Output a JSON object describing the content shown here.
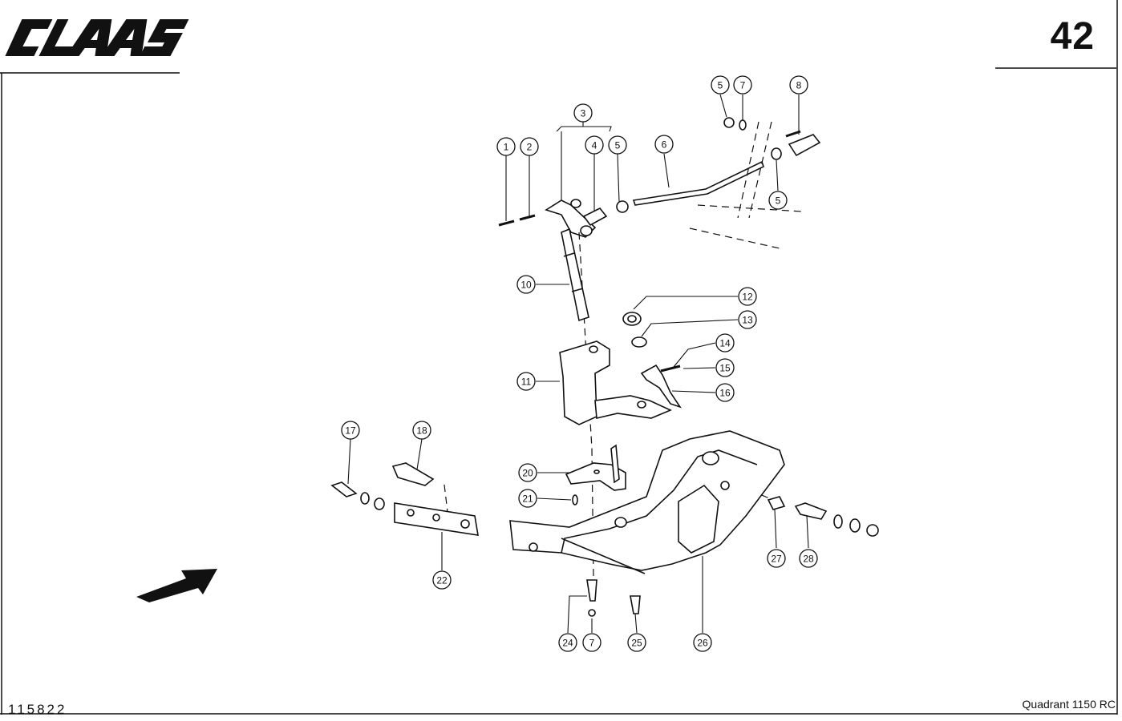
{
  "header": {
    "brand": "CLAAS",
    "page_number": "42"
  },
  "footer": {
    "document_number": "115822",
    "model": "Quadrant 1150 RC"
  },
  "callouts": [
    {
      "id": "c1",
      "label": "1"
    },
    {
      "id": "c2",
      "label": "2"
    },
    {
      "id": "c3",
      "label": "3"
    },
    {
      "id": "c4",
      "label": "4"
    },
    {
      "id": "c5a",
      "label": "5"
    },
    {
      "id": "c5b",
      "label": "5"
    },
    {
      "id": "c5c",
      "label": "5"
    },
    {
      "id": "c6",
      "label": "6"
    },
    {
      "id": "c7a",
      "label": "7"
    },
    {
      "id": "c8",
      "label": "8"
    },
    {
      "id": "c10",
      "label": "10"
    },
    {
      "id": "c11",
      "label": "11"
    },
    {
      "id": "c12",
      "label": "12"
    },
    {
      "id": "c13",
      "label": "13"
    },
    {
      "id": "c14",
      "label": "14"
    },
    {
      "id": "c15",
      "label": "15"
    },
    {
      "id": "c16",
      "label": "16"
    },
    {
      "id": "c17",
      "label": "17"
    },
    {
      "id": "c18",
      "label": "18"
    },
    {
      "id": "c20",
      "label": "20"
    },
    {
      "id": "c21",
      "label": "21"
    },
    {
      "id": "c22",
      "label": "22"
    },
    {
      "id": "c24",
      "label": "24"
    },
    {
      "id": "c7b",
      "label": "7"
    },
    {
      "id": "c25",
      "label": "25"
    },
    {
      "id": "c26",
      "label": "26"
    },
    {
      "id": "c27",
      "label": "27"
    },
    {
      "id": "c28",
      "label": "28"
    }
  ]
}
